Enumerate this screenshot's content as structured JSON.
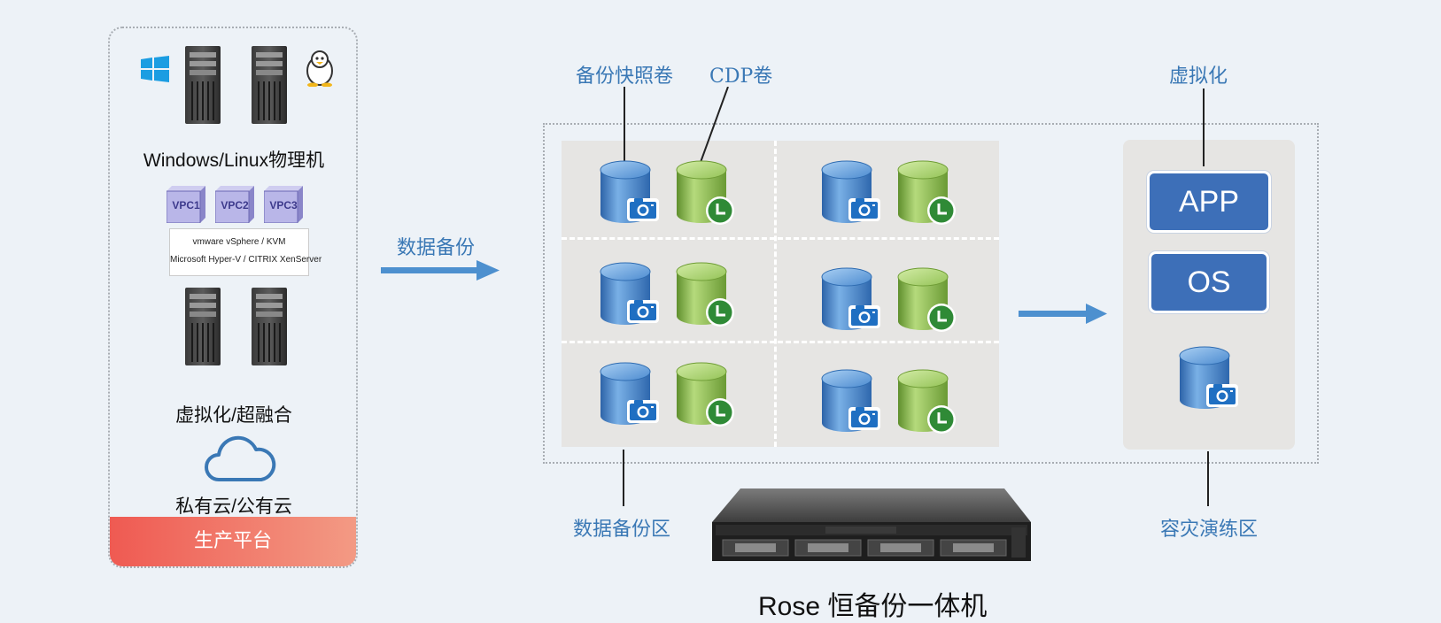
{
  "production": {
    "physical_label": "Windows/Linux物理机",
    "vpc_labels": [
      "VPC1",
      "VPC2",
      "VPC3"
    ],
    "vendors_line1": "vmware vSphere / KVM",
    "vendors_line2": "Microsoft Hyper-V / CITRIX XenServer",
    "virtualization_label": "虚拟化/超融合",
    "cloud_label": "私有云/公有云",
    "footer_label": "生产平台"
  },
  "flow": {
    "backup_arrow_label": "数据备份"
  },
  "backup_zone": {
    "snapshot_volume_label": "备份快照卷",
    "cdp_volume_label": "CDP卷",
    "zone_label": "数据备份区"
  },
  "dr_zone": {
    "virtualization_label": "虚拟化",
    "app_label": "APP",
    "os_label": "OS",
    "zone_label": "容灾演练区"
  },
  "appliance": {
    "title": "Rose 恒备份一体机"
  },
  "colors": {
    "accent_blue": "#3a78b5",
    "arrow_blue": "#4d90cf",
    "db_blue": "#3f80c9",
    "db_green": "#8ab94b",
    "footer_red": "#ef5a52",
    "box_blue": "#3d6fb8"
  }
}
